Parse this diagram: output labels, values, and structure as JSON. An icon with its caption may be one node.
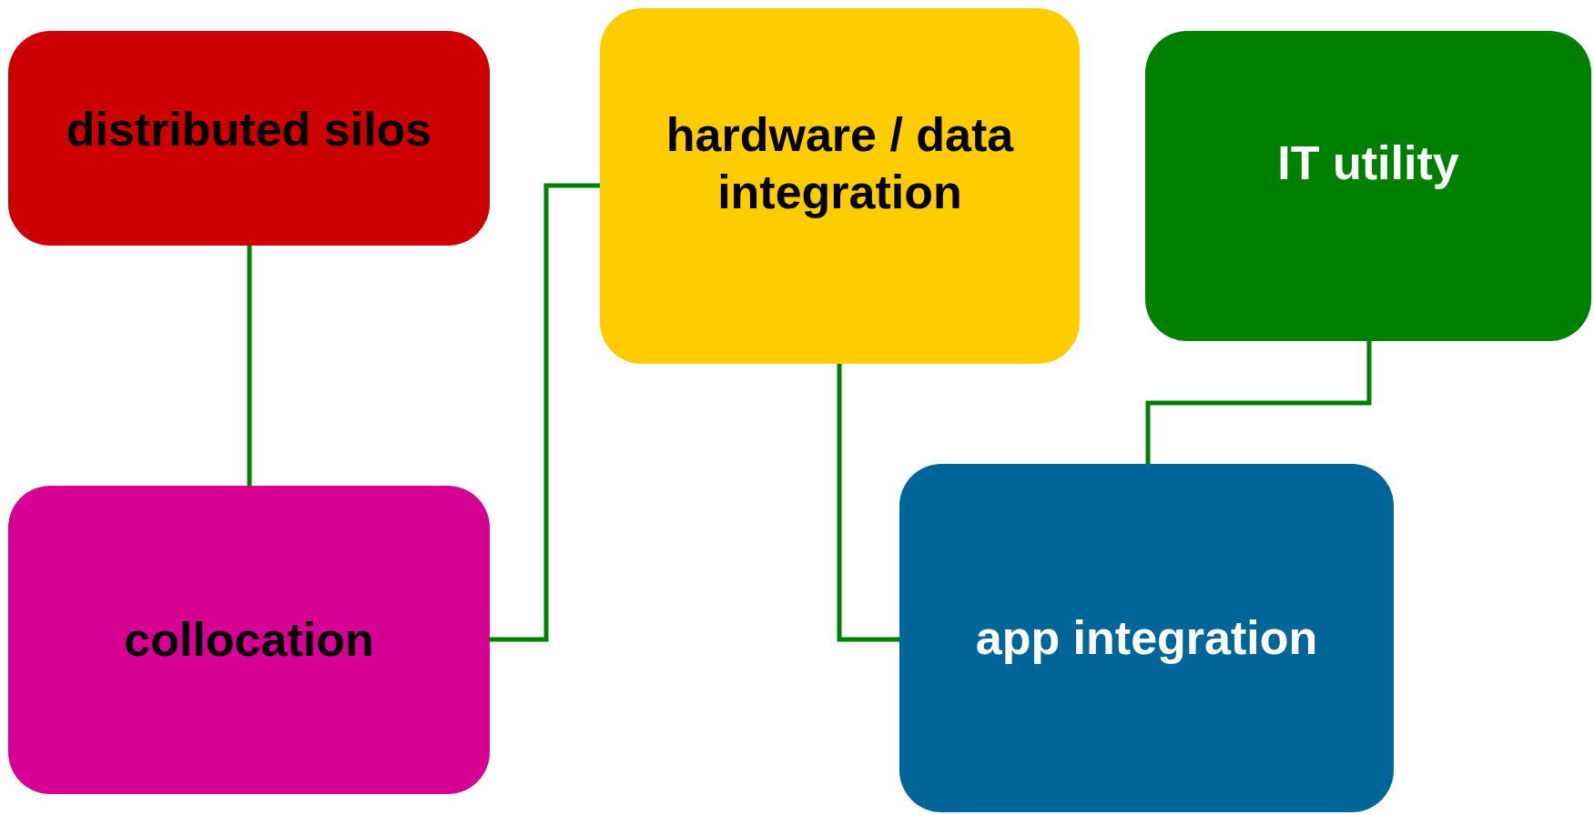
{
  "diagram": {
    "nodes": [
      {
        "text": [
          "distributed silos"
        ]
      },
      {
        "text": [
          "hardware / data integration"
        ]
      },
      {
        "text": [
          "IT utility"
        ]
      },
      {
        "text": [
          "collocation"
        ]
      },
      {
        "text": [
          "app integration"
        ]
      }
    ],
    "edges": [
      {
        "from": 0,
        "to": 3,
        "arrow": "none"
      },
      {
        "from": 3,
        "to": 1,
        "arrow": "none"
      },
      {
        "from": 1,
        "to": 4,
        "arrow": "none"
      },
      {
        "from": 2,
        "to": 4,
        "arrow": "none"
      }
    ]
  }
}
